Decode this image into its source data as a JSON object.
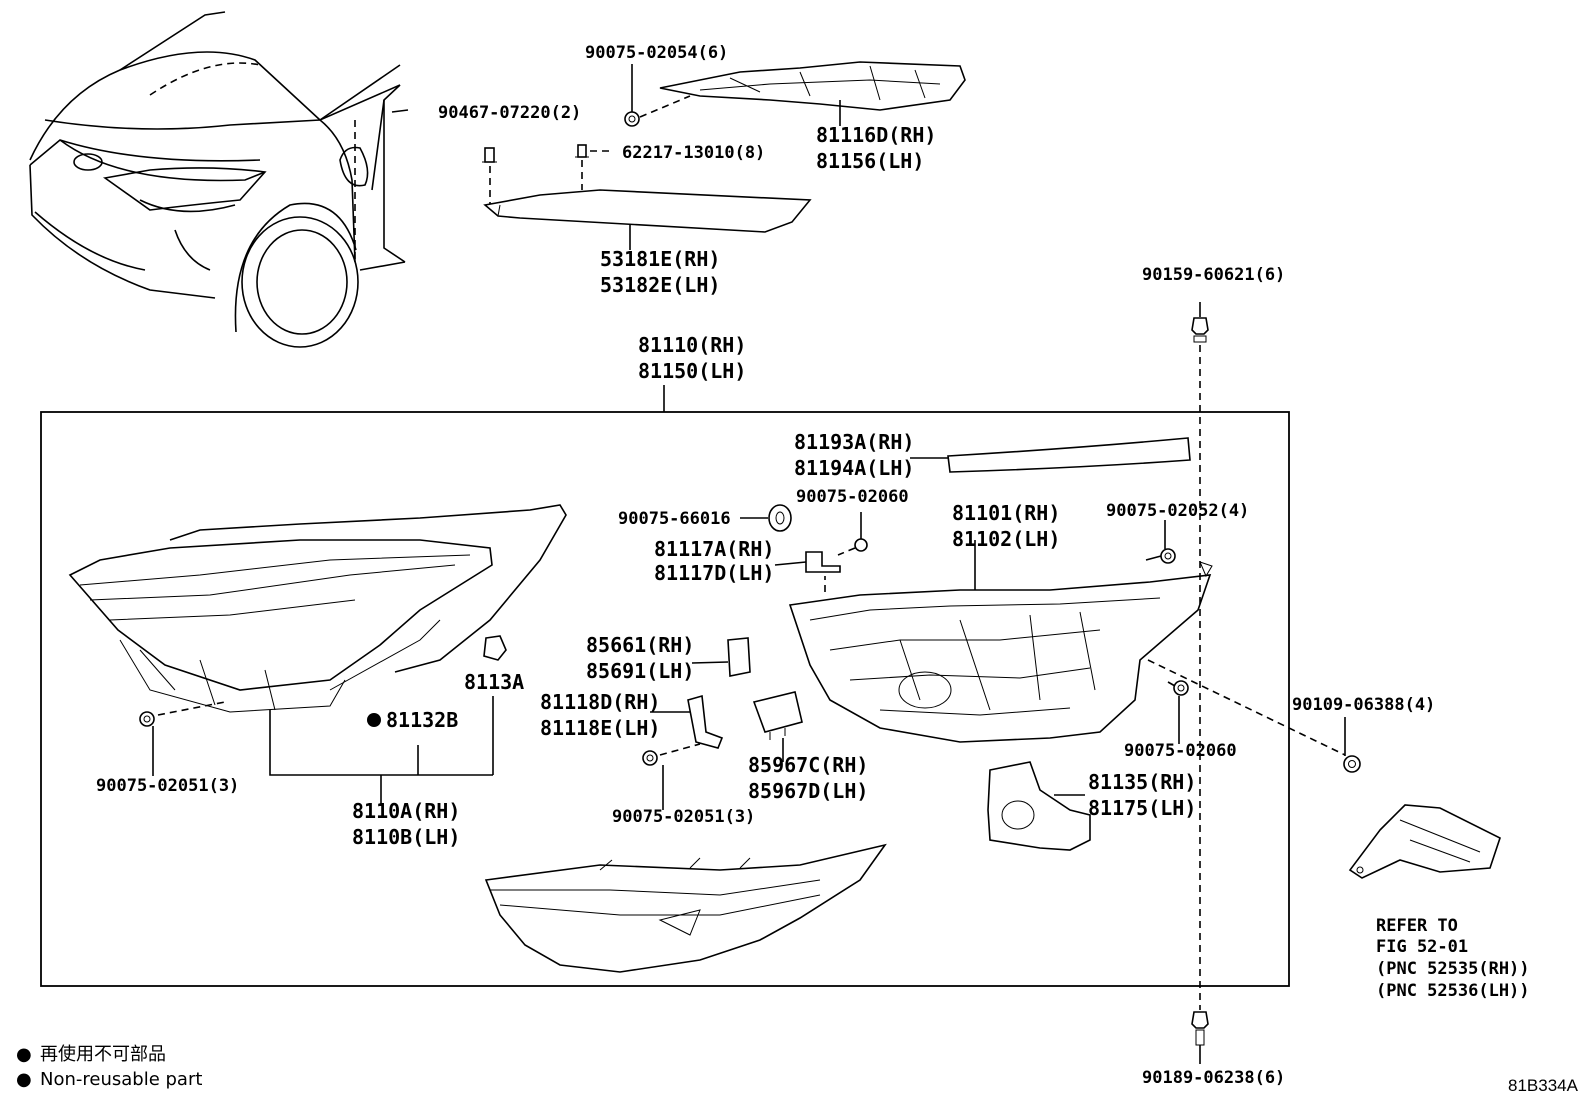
{
  "labels": {
    "p90075_02054": "90075-02054(6)",
    "p90467_07220": "90467-07220(2)",
    "p62217_13010": "62217-13010(8)",
    "p81116D": "81116D(RH)",
    "p81156": "81156(LH)",
    "p53181E": "53181E(RH)",
    "p53182E": "53182E(LH)",
    "p90159_60621": "90159-60621(6)",
    "p81110": "81110(RH)",
    "p81150": "81150(LH)",
    "p81193A": "81193A(RH)",
    "p81194A": "81194A(LH)",
    "p90075_66016": "90075-66016",
    "p90075_02060_top": "90075-02060",
    "p81101": "81101(RH)",
    "p81102": "81102(LH)",
    "p90075_02052": "90075-02052(4)",
    "p81117A": "81117A(RH)",
    "p81117D": "81117D(LH)",
    "p85661": "85661(RH)",
    "p85691": "85691(LH)",
    "p8113A": "8113A",
    "p81132B": "81132B",
    "p81118D": "81118D(RH)",
    "p81118E": "81118E(LH)",
    "p90075_02060_right": "90075-02060",
    "p90109_06388": "90109-06388(4)",
    "p90075_02051_left": "90075-02051(3)",
    "p85967C": "85967C(RH)",
    "p85967D": "85967D(LH)",
    "p81135": "81135(RH)",
    "p81175": "81175(LH)",
    "p8110A": "8110A(RH)",
    "p8110B": "8110B(LH)",
    "p90075_02051_mid": "90075-02051(3)",
    "refer1": "REFER TO",
    "refer2": "FIG 52-01",
    "refer3": "(PNC 52535(RH))",
    "refer4": "(PNC 52536(LH))",
    "p90189_06238": "90189-06238(6)"
  },
  "legend": {
    "japanese": "再使用不可部品",
    "english": "Non-reusable part",
    "bullet": "●"
  },
  "illustration_code": "81B334A"
}
